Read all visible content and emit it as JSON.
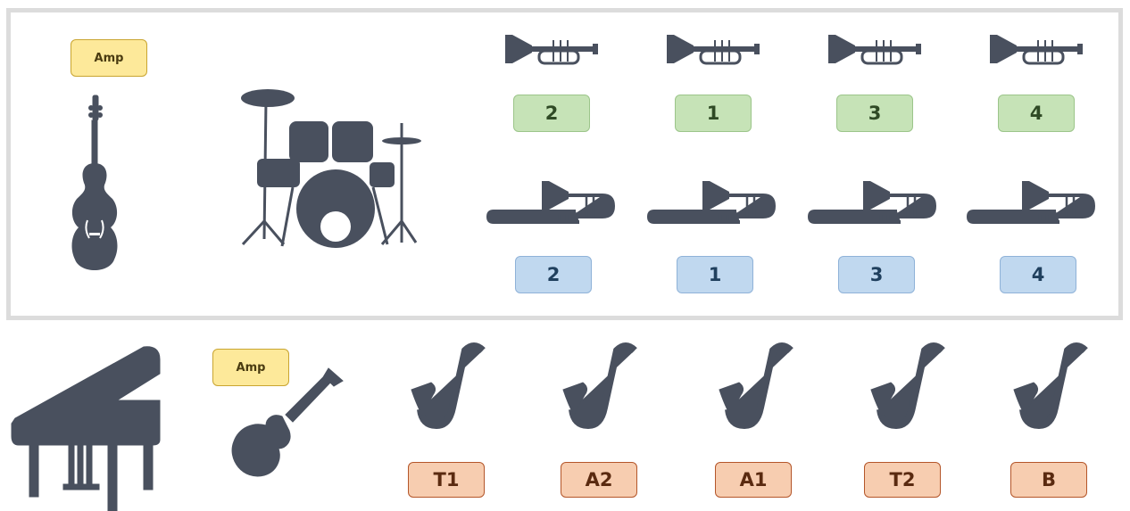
{
  "colors": {
    "icon": "#49505e",
    "amp_bg": "#fde99a",
    "trumpet_bg": "#c6e3b7",
    "trombone_bg": "#c0d8ef",
    "sax_bg": "#f7cdb0",
    "box_border": "#dcdcdc"
  },
  "back_row": {
    "bass": {
      "icon": "double-bass-icon",
      "amp_label": "Amp"
    },
    "drums": {
      "icon": "drum-kit-icon"
    },
    "trumpets": [
      {
        "icon": "trumpet-icon",
        "label": "2"
      },
      {
        "icon": "trumpet-icon",
        "label": "1"
      },
      {
        "icon": "trumpet-icon",
        "label": "3"
      },
      {
        "icon": "trumpet-icon",
        "label": "4"
      }
    ],
    "trombones": [
      {
        "icon": "trombone-icon",
        "label": "2"
      },
      {
        "icon": "trombone-icon",
        "label": "1"
      },
      {
        "icon": "trombone-icon",
        "label": "3"
      },
      {
        "icon": "trombone-icon",
        "label": "4"
      }
    ]
  },
  "front_row": {
    "piano": {
      "icon": "grand-piano-icon"
    },
    "guitar": {
      "icon": "electric-guitar-icon",
      "amp_label": "Amp"
    },
    "saxophones": [
      {
        "icon": "saxophone-icon",
        "label": "T1"
      },
      {
        "icon": "saxophone-icon",
        "label": "A2"
      },
      {
        "icon": "saxophone-icon",
        "label": "A1"
      },
      {
        "icon": "saxophone-icon",
        "label": "T2"
      },
      {
        "icon": "saxophone-icon",
        "label": "B"
      }
    ]
  }
}
